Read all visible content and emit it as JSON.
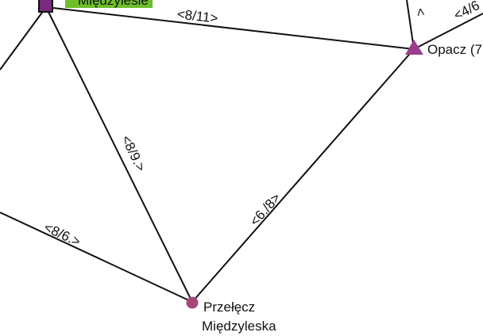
{
  "colors": {
    "edge": "#111111",
    "node_square": "#7a2a7e",
    "node_triangle": "#9a3d8c",
    "node_circle": "#a8467a",
    "label_highlight": "#6cbf2a"
  },
  "nodes": {
    "miedzylesie": {
      "label": "Międzylesie",
      "shape": "square-icon"
    },
    "opacz": {
      "label": "Opacz (7",
      "shape": "triangle-icon"
    },
    "przelecz": {
      "label_line1": "Przełęcz",
      "label_line2": "Międzyleska",
      "shape": "circle-icon"
    }
  },
  "edges": {
    "miedzylesie_opacz": "<8/11>",
    "miedzylesie_przelecz": "<8/9.>",
    "opacz_przelecz": "<6./8>",
    "left_przelecz": "<8/6.>",
    "opacz_top_right": "<4/6",
    "opacz_top": "<"
  }
}
